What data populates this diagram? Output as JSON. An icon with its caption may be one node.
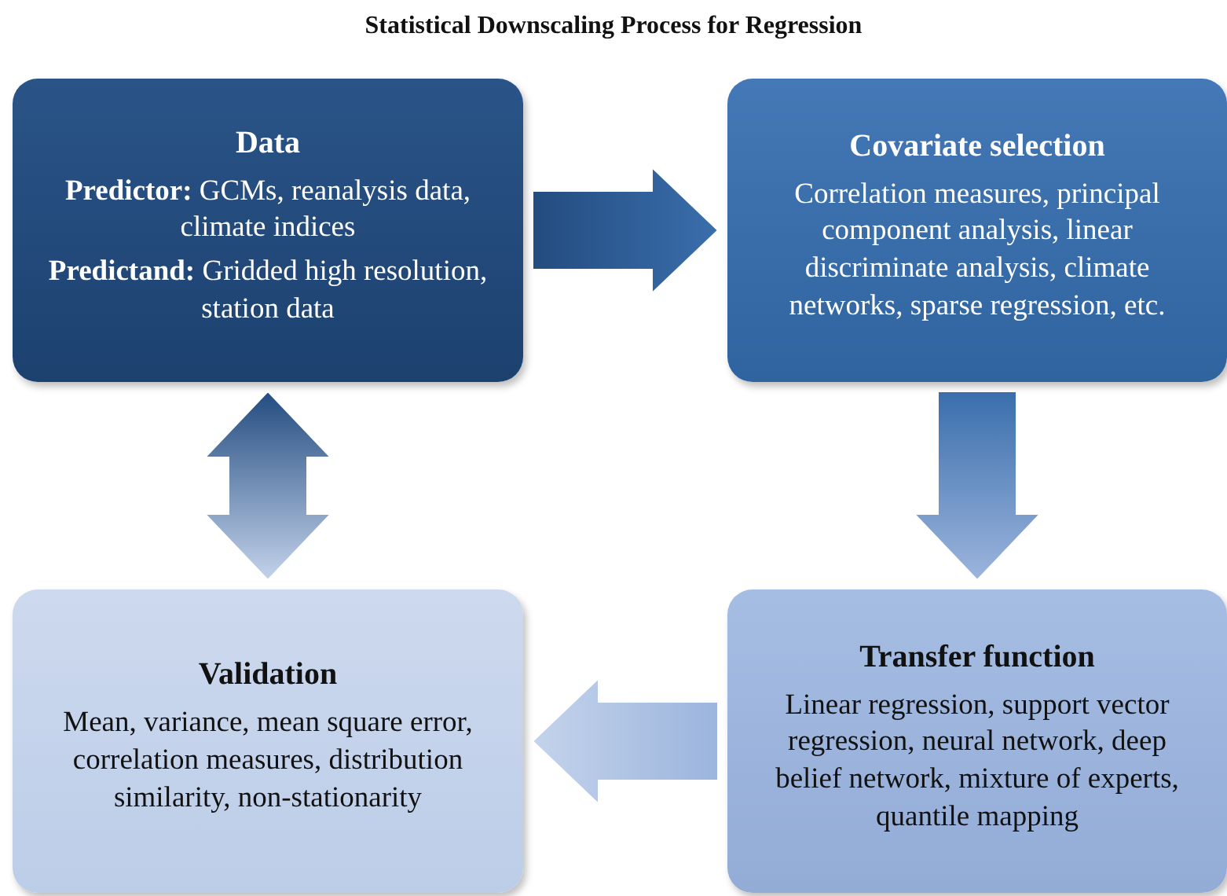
{
  "diagram": {
    "title": "Statistical Downscaling Process for Regression",
    "nodes": [
      {
        "text": [
          "Data",
          "**Predictor:** GCMs, reanalysis data, climate indices",
          "**Predictand:** Gridded high resolution, station data"
        ]
      },
      {
        "text": [
          "Covariate selection",
          "Correlation measures, principal component analysis, linear discriminate analysis, climate networks, sparse regression, etc."
        ]
      },
      {
        "text": [
          "Transfer function",
          "Linear regression, support vector regression, neural network, deep belief network, mixture of experts, quantile mapping"
        ]
      },
      {
        "text": [
          "Validation",
          "Mean, variance, mean square error, correlation measures, distribution similarity, non-stationarity"
        ]
      }
    ],
    "edges": [
      {
        "from": 0,
        "to": 1,
        "arrow": "to"
      },
      {
        "from": 1,
        "to": 2,
        "arrow": "to"
      },
      {
        "from": 2,
        "to": 3,
        "arrow": "to"
      },
      {
        "from": 0,
        "to": 3,
        "arrow": "both"
      }
    ]
  }
}
